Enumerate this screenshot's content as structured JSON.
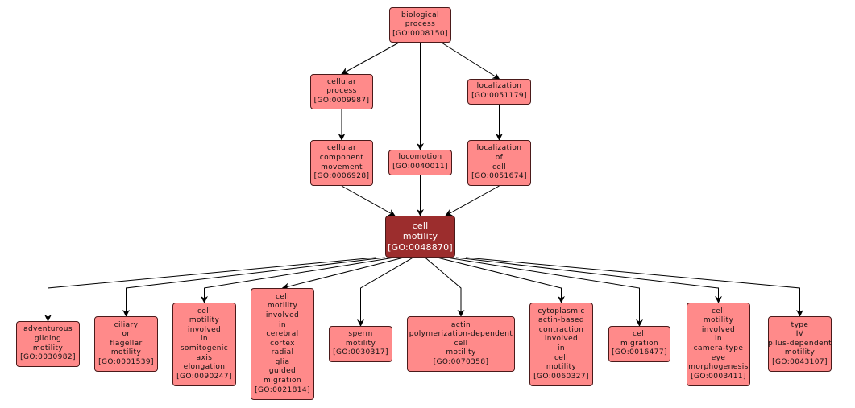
{
  "title": "GO term ancestor/descendant graph for cell motility",
  "colors": {
    "node_fill": "#ff8a8a",
    "focus_fill": "#9c2d2d",
    "edge": "#000000",
    "border": "#4a1a1a"
  },
  "nodes": [
    {
      "id": "GO:0008150",
      "lines": [
        "biological",
        "process",
        "[GO:0008150]"
      ]
    },
    {
      "id": "GO:0009987",
      "lines": [
        "cellular",
        "process",
        "[GO:0009987]"
      ]
    },
    {
      "id": "GO:0051179",
      "lines": [
        "localization",
        "[GO:0051179]"
      ]
    },
    {
      "id": "GO:0006928",
      "lines": [
        "cellular",
        "component",
        "movement",
        "[GO:0006928]"
      ]
    },
    {
      "id": "GO:0040011",
      "lines": [
        "locomotion",
        "[GO:0040011]"
      ]
    },
    {
      "id": "GO:0051674",
      "lines": [
        "localization",
        "of",
        "cell",
        "[GO:0051674]"
      ]
    },
    {
      "id": "GO:0048870",
      "focus": true,
      "lines": [
        "cell",
        "motility",
        "[GO:0048870]"
      ]
    },
    {
      "id": "GO:0030982",
      "lines": [
        "adventurous",
        "gliding",
        "motility",
        "[GO:0030982]"
      ]
    },
    {
      "id": "GO:0001539",
      "lines": [
        "ciliary",
        "or",
        "flagellar",
        "motility",
        "[GO:0001539]"
      ]
    },
    {
      "id": "GO:0090247",
      "lines": [
        "cell",
        "motility",
        "involved",
        "in",
        "somitogenic",
        "axis",
        "elongation",
        "[GO:0090247]"
      ]
    },
    {
      "id": "GO:0021814",
      "lines": [
        "cell",
        "motility",
        "involved",
        "in",
        "cerebral",
        "cortex",
        "radial",
        "glia",
        "guided",
        "migration",
        "[GO:0021814]"
      ]
    },
    {
      "id": "GO:0030317",
      "lines": [
        "sperm",
        "motility",
        "[GO:0030317]"
      ]
    },
    {
      "id": "GO:0070358",
      "lines": [
        "actin",
        "polymerization-dependent",
        "cell",
        "motility",
        "[GO:0070358]"
      ]
    },
    {
      "id": "GO:0060327",
      "lines": [
        "cytoplasmic",
        "actin-based",
        "contraction",
        "involved",
        "in",
        "cell",
        "motility",
        "[GO:0060327]"
      ]
    },
    {
      "id": "GO:0016477",
      "lines": [
        "cell",
        "migration",
        "[GO:0016477]"
      ]
    },
    {
      "id": "GO:0003411",
      "lines": [
        "cell",
        "motility",
        "involved",
        "in",
        "camera-type",
        "eye",
        "morphogenesis",
        "[GO:0003411]"
      ]
    },
    {
      "id": "GO:0043107",
      "lines": [
        "type",
        "IV",
        "pilus-dependent",
        "motility",
        "[GO:0043107]"
      ]
    }
  ],
  "edges": [
    [
      "GO:0008150",
      "GO:0009987"
    ],
    [
      "GO:0008150",
      "GO:0040011"
    ],
    [
      "GO:0008150",
      "GO:0051179"
    ],
    [
      "GO:0009987",
      "GO:0006928"
    ],
    [
      "GO:0051179",
      "GO:0051674"
    ],
    [
      "GO:0006928",
      "GO:0048870"
    ],
    [
      "GO:0040011",
      "GO:0048870"
    ],
    [
      "GO:0051674",
      "GO:0048870"
    ],
    [
      "GO:0048870",
      "GO:0030982"
    ],
    [
      "GO:0048870",
      "GO:0001539"
    ],
    [
      "GO:0048870",
      "GO:0090247"
    ],
    [
      "GO:0048870",
      "GO:0021814"
    ],
    [
      "GO:0048870",
      "GO:0030317"
    ],
    [
      "GO:0048870",
      "GO:0070358"
    ],
    [
      "GO:0048870",
      "GO:0060327"
    ],
    [
      "GO:0048870",
      "GO:0016477"
    ],
    [
      "GO:0048870",
      "GO:0003411"
    ],
    [
      "GO:0048870",
      "GO:0043107"
    ]
  ]
}
